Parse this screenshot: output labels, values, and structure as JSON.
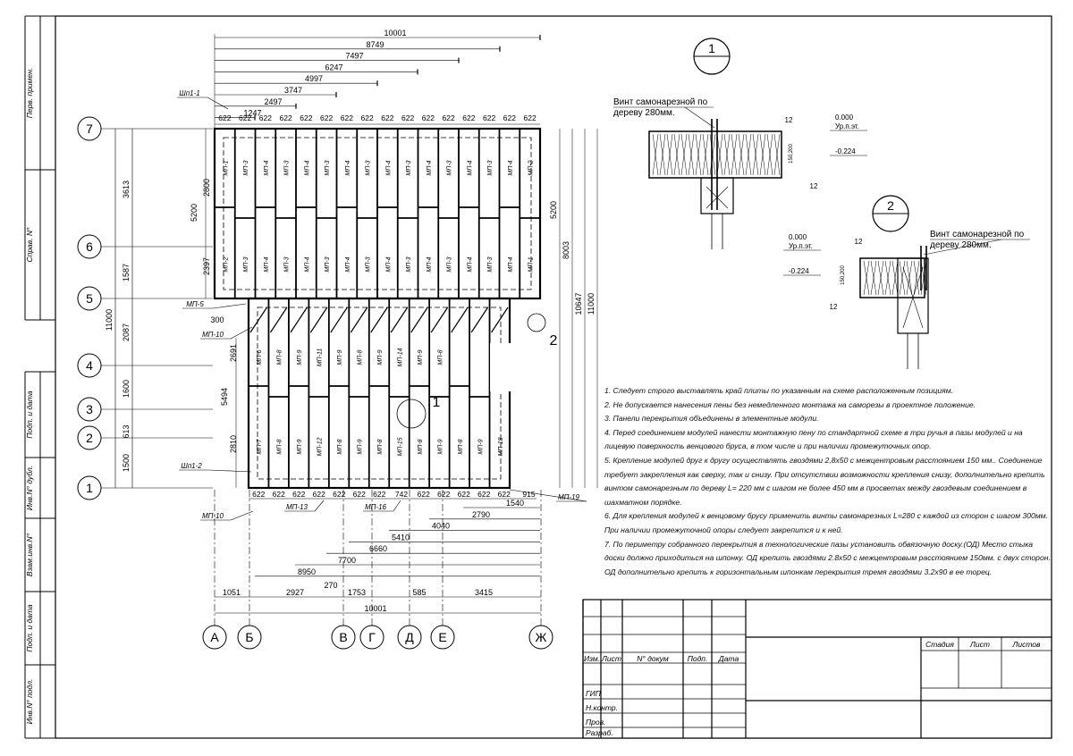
{
  "side_stamp": [
    "Перв. примен.",
    "Справ. N°",
    "Подп. и дата",
    "Инв.N° дубл.",
    "Взам.инв.N°",
    "Подп. и дата",
    "Инв.N° подл."
  ],
  "axes_rows": [
    "7",
    "6",
    "5",
    "4",
    "3",
    "2",
    "1"
  ],
  "axes_cols": [
    "А",
    "Б",
    "В",
    "Г",
    "Д",
    "Е",
    "Ж"
  ],
  "top_dims": [
    "10001",
    "8749",
    "7497",
    "6247",
    "4997",
    "3747",
    "2497",
    "1247"
  ],
  "top_modules": [
    "622",
    "622",
    "622",
    "622",
    "622",
    "622",
    "622",
    "622",
    "622",
    "622",
    "622",
    "622",
    "622",
    "622",
    "622",
    "622"
  ],
  "bottom_modules": [
    "622",
    "622",
    "622",
    "622",
    "622",
    "622",
    "622",
    "742",
    "622",
    "622",
    "622",
    "622",
    "622",
    "915"
  ],
  "bottom_chain": [
    "1540",
    "2790",
    "4040",
    "5410",
    "6660",
    "7700",
    "8950"
  ],
  "bottom_axes_dims": [
    "1051",
    "2927",
    "270",
    "1753",
    "585",
    "3415"
  ],
  "bottom_total": "10001",
  "left_dims": [
    "3613",
    "1587",
    "2087",
    "1600",
    "613",
    "1500",
    "11000"
  ],
  "left_inner_dims": [
    "2800",
    "5200",
    "2397",
    "2691",
    "5494",
    "2810"
  ],
  "right_dims": [
    "5200",
    "8003",
    "10647",
    "11000"
  ],
  "panel_labels_top": [
    "МП-1",
    "МП-3",
    "МП-4",
    "МП-3",
    "МП-4",
    "МП-3",
    "МП-4",
    "МП-3",
    "МП-4",
    "МП-3",
    "МП-4",
    "МП-3",
    "МП-4",
    "МП-3",
    "МП-4",
    "МП-2"
  ],
  "panel_labels_mid": [
    "МП-2",
    "МП-3",
    "МП-4",
    "МП-3",
    "МП-4",
    "МП-3",
    "МП-4",
    "МП-3",
    "МП-4",
    "МП-3",
    "МП-4",
    "МП-3",
    "МП-4",
    "МП-3",
    "МП-4",
    "МП-1"
  ],
  "panel_labels_low1": [
    "МП-6",
    "МП-8",
    "МП-9",
    "МП-11",
    "МП-9",
    "МП-8",
    "МП-9",
    "МП-14",
    "МП-9",
    "МП-8"
  ],
  "panel_labels_low2": [
    "МП-7",
    "МП-8",
    "МП-9",
    "МП-12",
    "МП-8",
    "МП-9",
    "МП-8",
    "МП-15",
    "МП-8",
    "МП-9",
    "МП-8",
    "МП-9",
    "МП-18"
  ],
  "callouts": {
    "shp1": "Шп1-1",
    "shp2": "Шп1-2",
    "mp5": "МП-5",
    "mp10a": "МП-10",
    "mp10b": "МП-10",
    "mp13": "МП-13",
    "mp16": "МП-16",
    "mp19": "МП-19",
    "d300": "300",
    "node1": "1",
    "node2": "2"
  },
  "detail1": {
    "number": "1",
    "caption_line1": "Винт самонарезной по",
    "caption_line2": "дереву 280мм.",
    "lvl1": "0.000",
    "lvl1_sub": "Ур.п.эт.",
    "lvl2": "-0.224",
    "dim12a": "12",
    "dim12b": "12",
    "dim200": "150,200"
  },
  "detail2": {
    "number": "2",
    "caption_line1": "Винт самонарезной по",
    "caption_line2": "дереву 280мм.",
    "lvl1": "0.000",
    "lvl1_sub": "Ур.п.эт.",
    "lvl2": "-0.224",
    "dim12a": "12",
    "dim12b": "12",
    "dim200": "150,200"
  },
  "notes": [
    "1. Следует строго выставлять край плиты по указанным на схеме расположенным позициям.",
    "2. Не допускается нанесения пены без немедленного монтажа на саморезы в проектное положение.",
    "3. Панели перекрытия объединены в элементные модули.",
    "4. Перед соединением модулей нанести монтажную пену по стандартной схеме в три ручья в пазы модулей и на лицевую поверхность венцового бруса, в том числе и при наличии промежуточных опор.",
    "5. Крепление модулей друг к другу осуществлять гвоздями 2,8х50 с межцентровым расстоянием 150 мм.. Соединение требует закрепления как сверху, так и снизу. При отсутствии возможности крепления снизу, дополнительно крепить винтом самонарезным по дереву L= 220 мм с шагом не более 450 мм в просветах между гвоздевым соединением в шахматном порядке.",
    "6. Для крепления модулей к венцовому брусу применить  винты  самонарезных L=280 с каждой из сторон с шагом 300мм.  При наличии промежуточной опоры следует закрепится и к ней.",
    "7. По периметру собранного перекрытия  в технологические пазы установить обвязочную доску.(ОД)  Место стыка доски должно приходиться на шпонку. ОД крепить гвоздями 2.8х50 с межцентровым расстоянием 150мм. с двух сторон. ОД дополнительно крепить к горизонтальным шпонкам перекрытия тремя гвоздями 3.2х90 в ее торец."
  ],
  "title_block": {
    "col_headers": [
      "Изм.",
      "Лист",
      "N° докум",
      "Подп.",
      "Дата"
    ],
    "roles": [
      "ГИП",
      "Н.контр.",
      "Пров.",
      "Разраб."
    ],
    "stage_headers": [
      "Стадия",
      "Лист",
      "Листов"
    ]
  }
}
